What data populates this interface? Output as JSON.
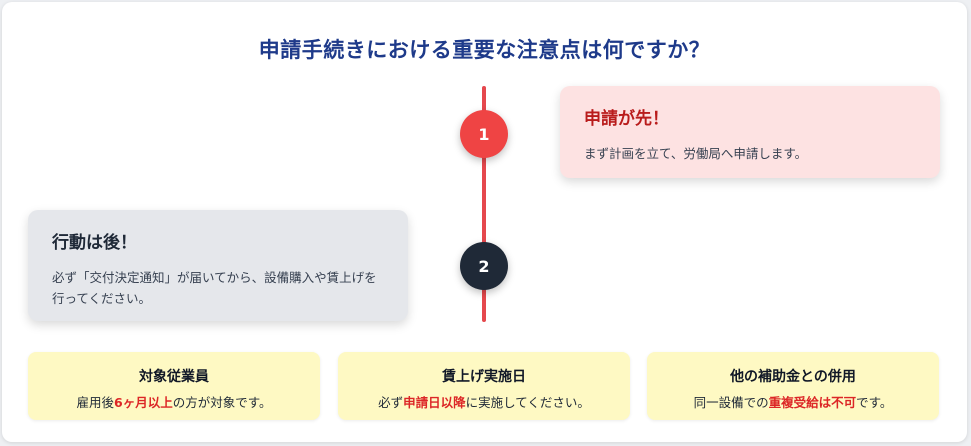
{
  "title": "申請手続きにおける重要な注意点は何ですか？",
  "steps": [
    {
      "number": "1",
      "heading": "申請が先！",
      "text": "まず計画を立て、労働局へ申請します。"
    },
    {
      "number": "2",
      "heading": "行動は後！",
      "text": "必ず「交付決定通知」が届いてから、設備購入や賃上げを行ってください。"
    }
  ],
  "notes": [
    {
      "heading": "対象従業員",
      "pre": "雇用後",
      "highlight": "6ヶ月以上",
      "post": "の方が対象です。"
    },
    {
      "heading": "賃上げ実施日",
      "pre": "必ず",
      "highlight": "申請日以降",
      "post": "に実施してください。"
    },
    {
      "heading": "他の補助金との併用",
      "pre": "同一設備での",
      "highlight": "重複受給は不可",
      "post": "です。"
    }
  ],
  "colors": {
    "title": "#1e3a8a",
    "timeline": "#e5484d",
    "step1_circle": "#ef4444",
    "step2_circle": "#1f2937",
    "step1_box": "#fde2e2",
    "step2_box": "#e5e7eb",
    "note_bg": "#fef9c3",
    "highlight": "#dc2626"
  }
}
